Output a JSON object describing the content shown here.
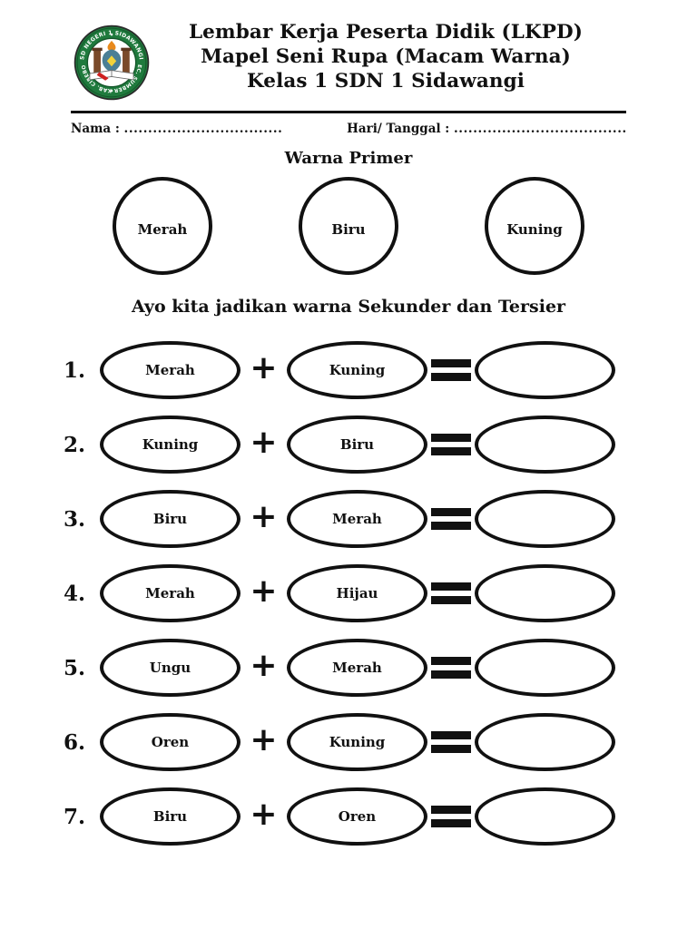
{
  "document": {
    "logo": {
      "icon": "school-emblem-icon",
      "ring_top_text": "SD NEGERI 1 SIDAWANGI",
      "ring_bottom_text": "KEC. SUMBER KAB. CIREBON",
      "ring_color": "#1f7a3d",
      "inner_color": "#ffffff",
      "shield_color": "#4a7f96",
      "flame_color": "#e8891c",
      "pillar_color": "#7a4a2a",
      "ribbon_color": "#cf2020"
    },
    "title": {
      "line1": "Lembar Kerja Peserta Didik (LKPD)",
      "line2": "Mapel Seni Rupa (Macam Warna)",
      "line3": "Kelas 1 SDN 1 Sidawangi"
    },
    "fields": {
      "name_label": "Nama :",
      "name_value": "",
      "name_dots": "........................................",
      "date_label": "Hari/ Tanggal :",
      "date_value": "",
      "date_dots": "............................................"
    },
    "primary": {
      "heading": "Warna Primer",
      "circles": [
        {
          "label": "Merah"
        },
        {
          "label": "Biru"
        },
        {
          "label": "Kuning"
        }
      ]
    },
    "mix": {
      "heading": "Ayo kita jadikan warna Sekunder dan Tersier",
      "plus_symbol": "+",
      "rows": [
        {
          "number": "1.",
          "left": "Merah",
          "right": "Kuning",
          "answer": ""
        },
        {
          "number": "2.",
          "left": "Kuning",
          "right": "Biru",
          "answer": ""
        },
        {
          "number": "3.",
          "left": "Biru",
          "right": "Merah",
          "answer": ""
        },
        {
          "number": "4.",
          "left": "Merah",
          "right": "Hijau",
          "answer": ""
        },
        {
          "number": "5.",
          "left": "Ungu",
          "right": "Merah",
          "answer": ""
        },
        {
          "number": "6.",
          "left": "Oren",
          "right": "Kuning",
          "answer": ""
        },
        {
          "number": "7.",
          "left": "Biru",
          "right": "Oren",
          "answer": ""
        }
      ]
    }
  }
}
